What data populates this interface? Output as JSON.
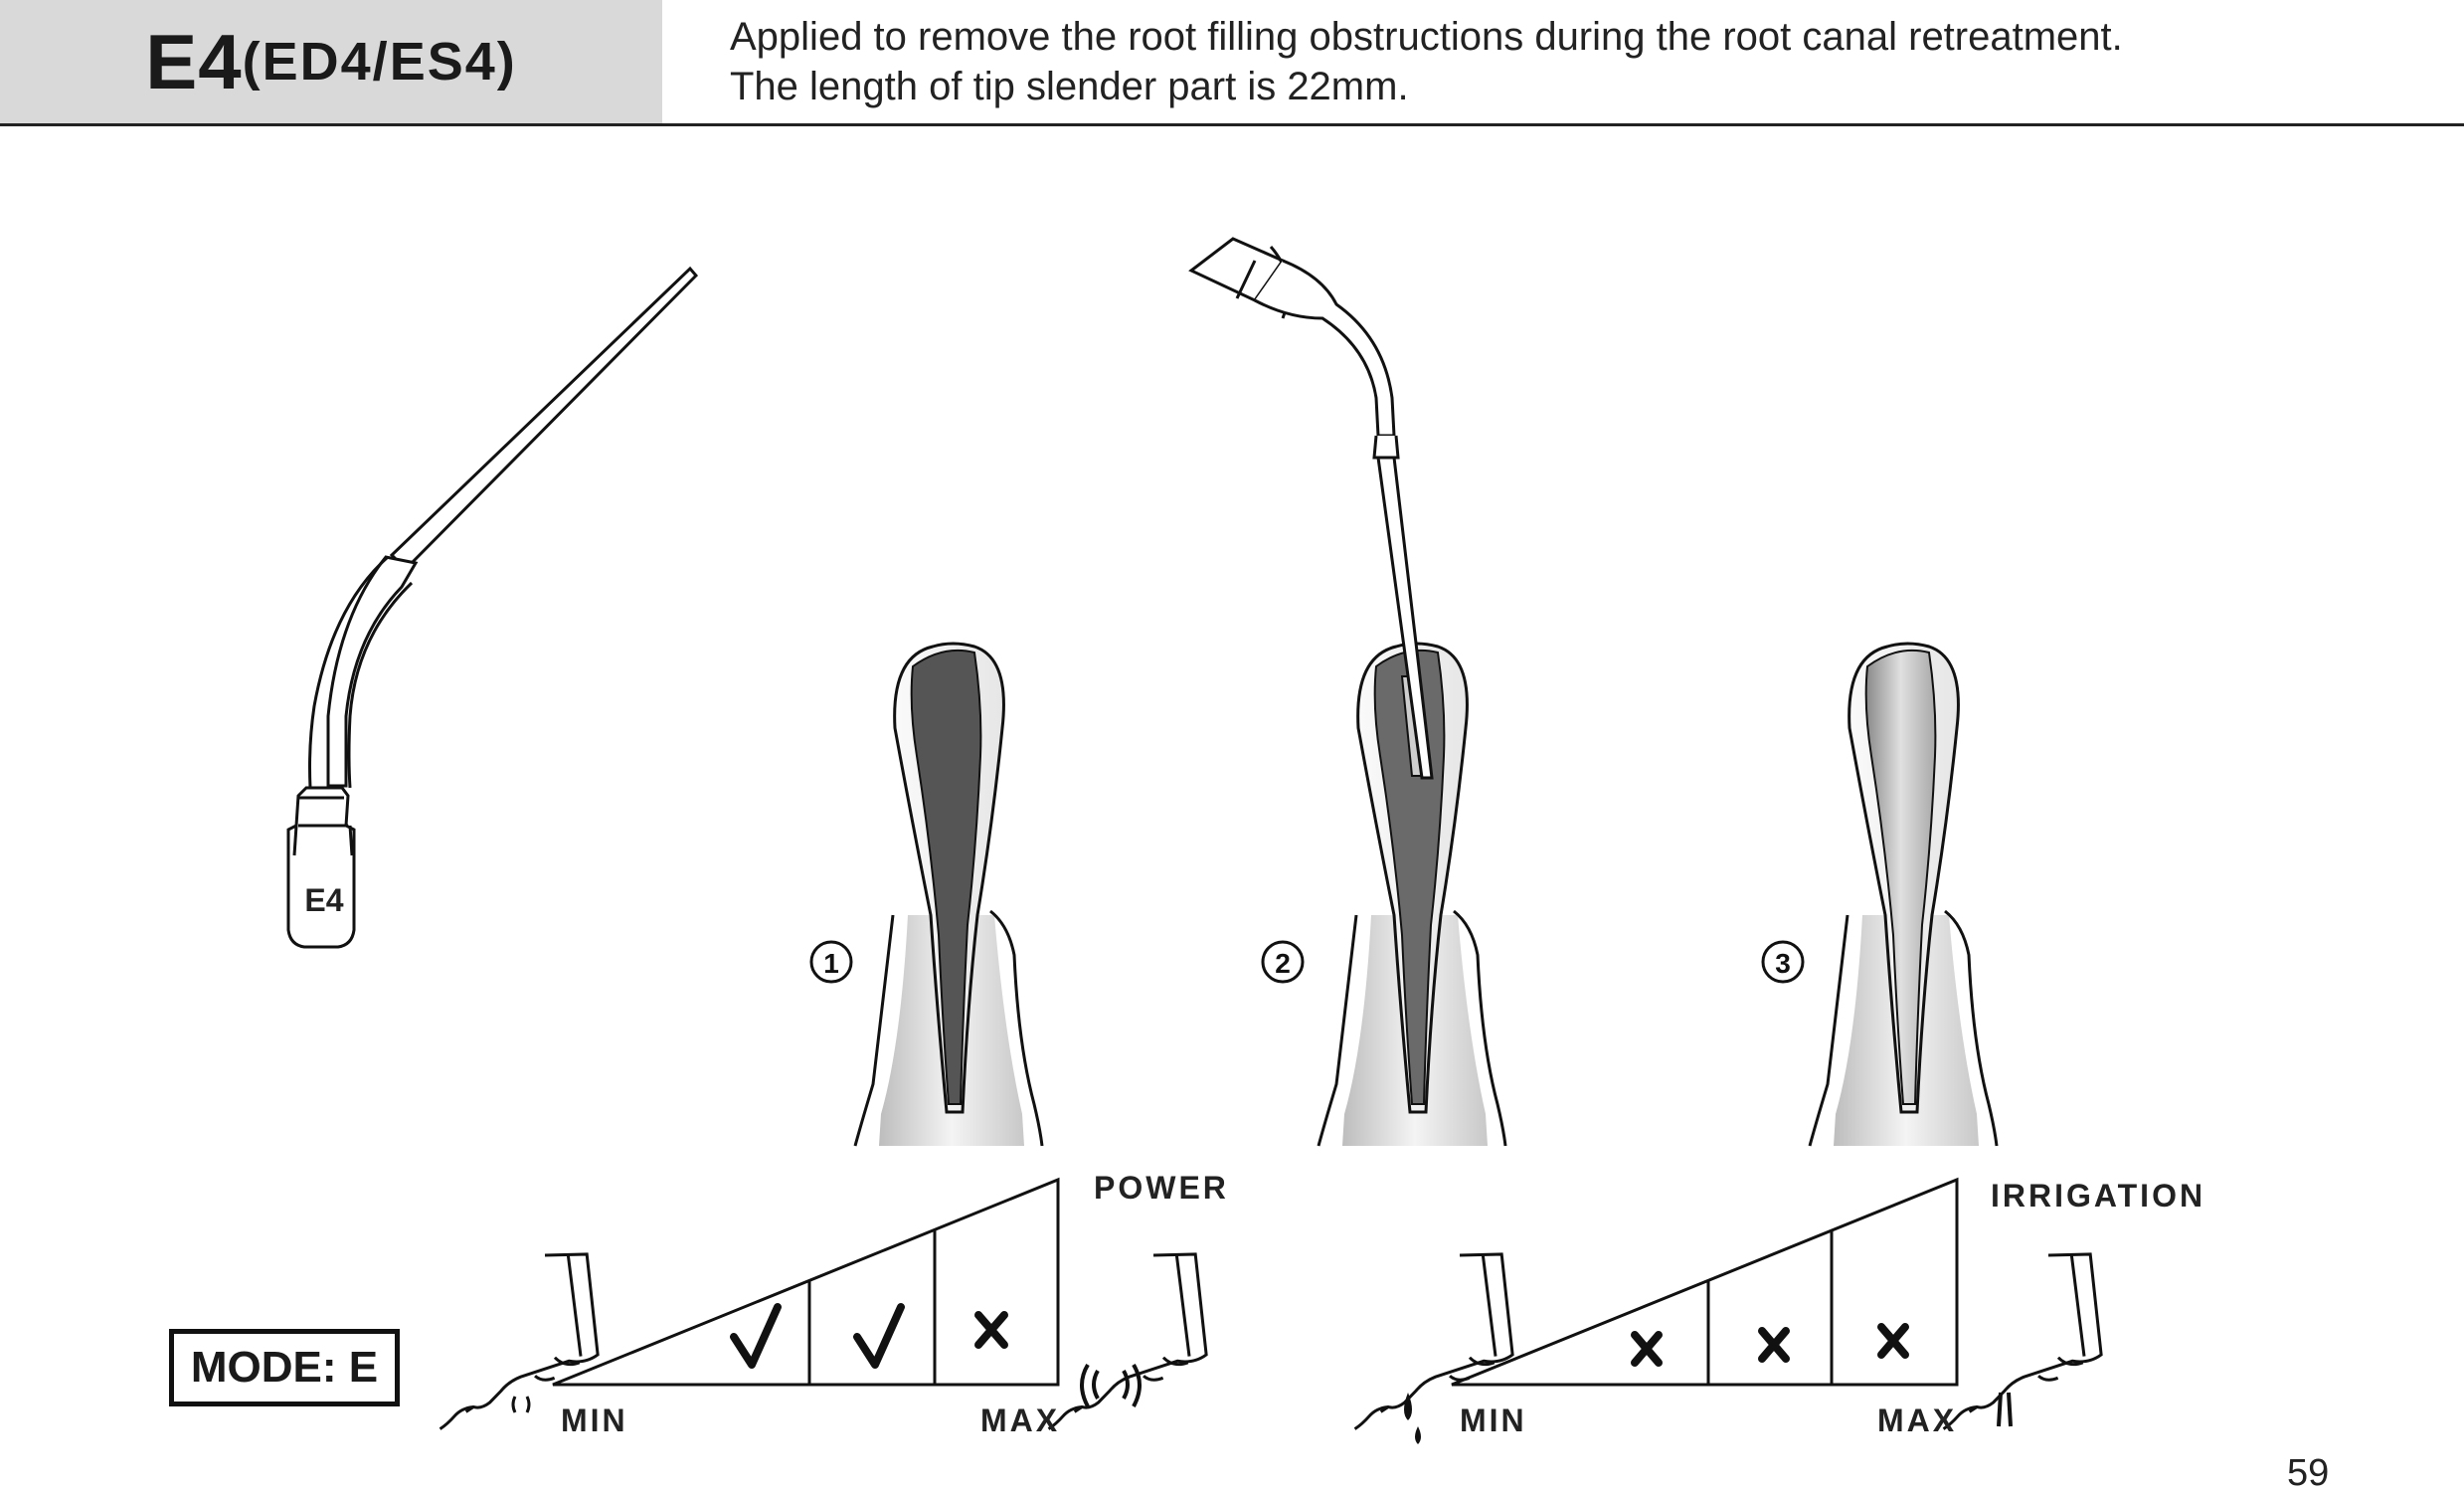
{
  "header": {
    "title_main": "E4",
    "title_sub": "(ED4/ES4)",
    "description_line1": "Applied to remove the root filling obstructions during the root canal retreatment.",
    "description_line2": "The length of tip slender part is 22mm."
  },
  "tip_engraving": "E4",
  "steps": [
    "1",
    "2",
    "3"
  ],
  "mode_label": "MODE: E",
  "power_scale": {
    "label": "POWER",
    "min_label": "MIN",
    "max_label": "MAX",
    "segments": [
      "allowed",
      "allowed",
      "not-allowed"
    ]
  },
  "irrigation_scale": {
    "label": "IRRIGATION",
    "min_label": "MIN",
    "max_label": "MAX",
    "segments": [
      "not-allowed",
      "not-allowed",
      "not-allowed"
    ]
  },
  "page_number": "59",
  "colors": {
    "header_band": "#d9d9d9",
    "filling": "#555555",
    "ink": "#1a1a1a"
  }
}
